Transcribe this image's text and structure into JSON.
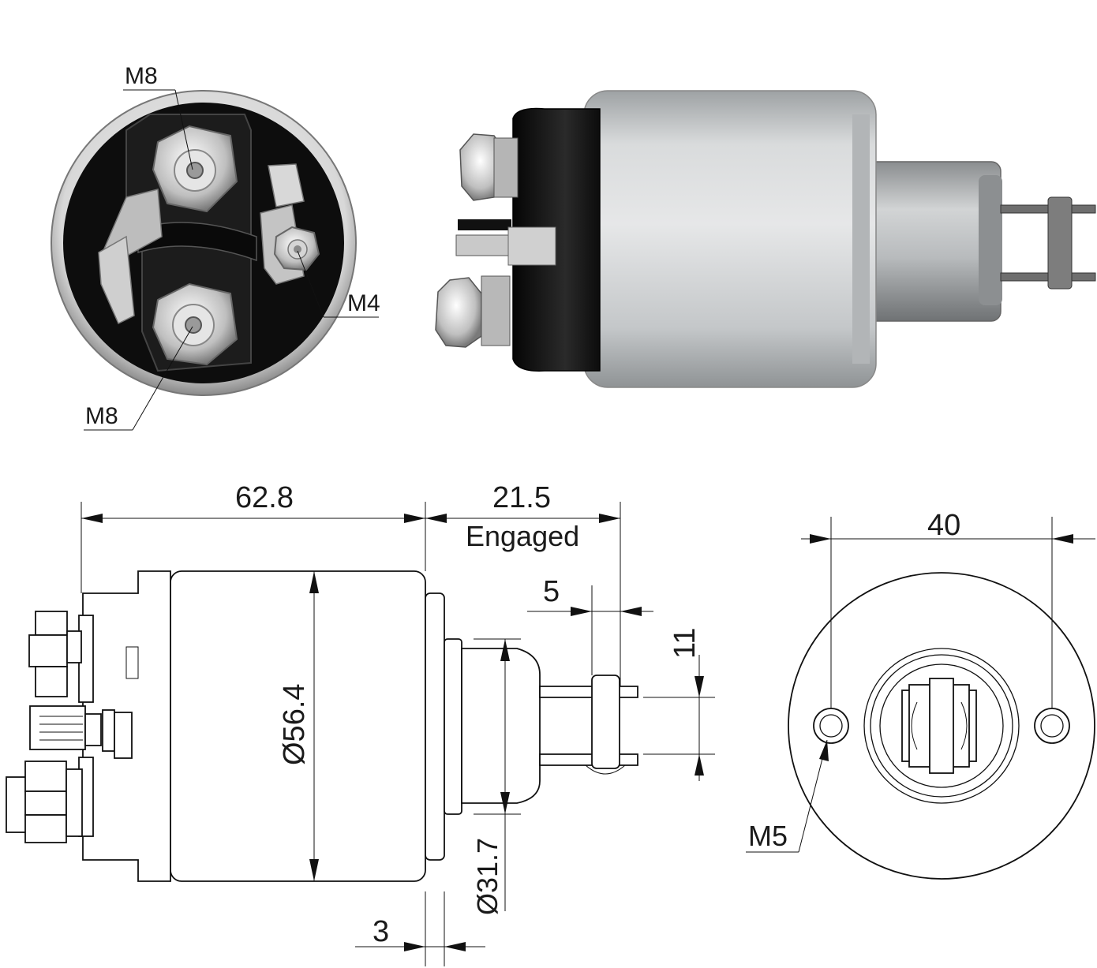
{
  "photo_callouts": {
    "top_terminal": "M8",
    "small_terminal": "M4",
    "bottom_terminal": "M8"
  },
  "dimensions": {
    "body_length": "62.8",
    "engaged_travel": "21.5",
    "engaged_label": "Engaged",
    "body_diameter": "Ø56.4",
    "plunger_diameter": "Ø31.7",
    "fork_width": "5",
    "fork_slot": "11",
    "offset": "3",
    "hole_spacing": "40",
    "mount_thread": "M5"
  },
  "colors": {
    "body_metal": "#c9ccce",
    "cap_black": "#121212",
    "line": "#111111"
  }
}
